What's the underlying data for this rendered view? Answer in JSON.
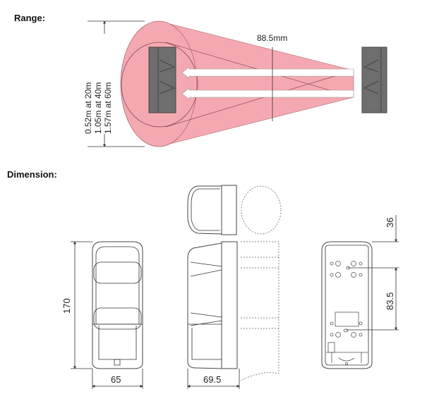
{
  "range": {
    "heading": "Range:",
    "spread_labels": [
      "0.52m at 20m",
      "1.05m at 40m",
      "1.57m at 60m"
    ],
    "beam_spacing": "88.5mm",
    "colors": {
      "beam": "#f4a9b1",
      "device": "#6e6e6e"
    }
  },
  "dimension": {
    "heading": "Dimension:",
    "height": "170",
    "width": "65",
    "depth": "69.5",
    "top_offset": "36",
    "hole_spacing": "83.5"
  }
}
